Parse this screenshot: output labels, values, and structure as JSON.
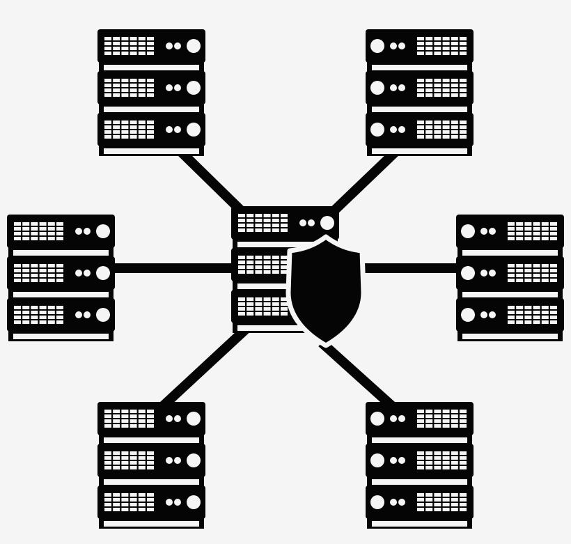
{
  "colors": {
    "background": "#f5f5f5",
    "ink": "#050505",
    "light": "#f5f5f5"
  },
  "servers": [
    {
      "id": "top-left",
      "facing": "normal",
      "units": 3
    },
    {
      "id": "top-right",
      "facing": "mirrored",
      "units": 3
    },
    {
      "id": "middle-left",
      "facing": "normal",
      "units": 3
    },
    {
      "id": "middle-right",
      "facing": "mirrored",
      "units": 3
    },
    {
      "id": "bottom-left",
      "facing": "normal",
      "units": 3
    },
    {
      "id": "bottom-right",
      "facing": "mirrored",
      "units": 3
    },
    {
      "id": "center",
      "facing": "normal",
      "units": 3
    }
  ],
  "links": [
    "top-left",
    "top-right",
    "middle-left",
    "middle-right",
    "bottom-left",
    "bottom-right"
  ],
  "shield": {
    "icon": "shield-icon"
  }
}
